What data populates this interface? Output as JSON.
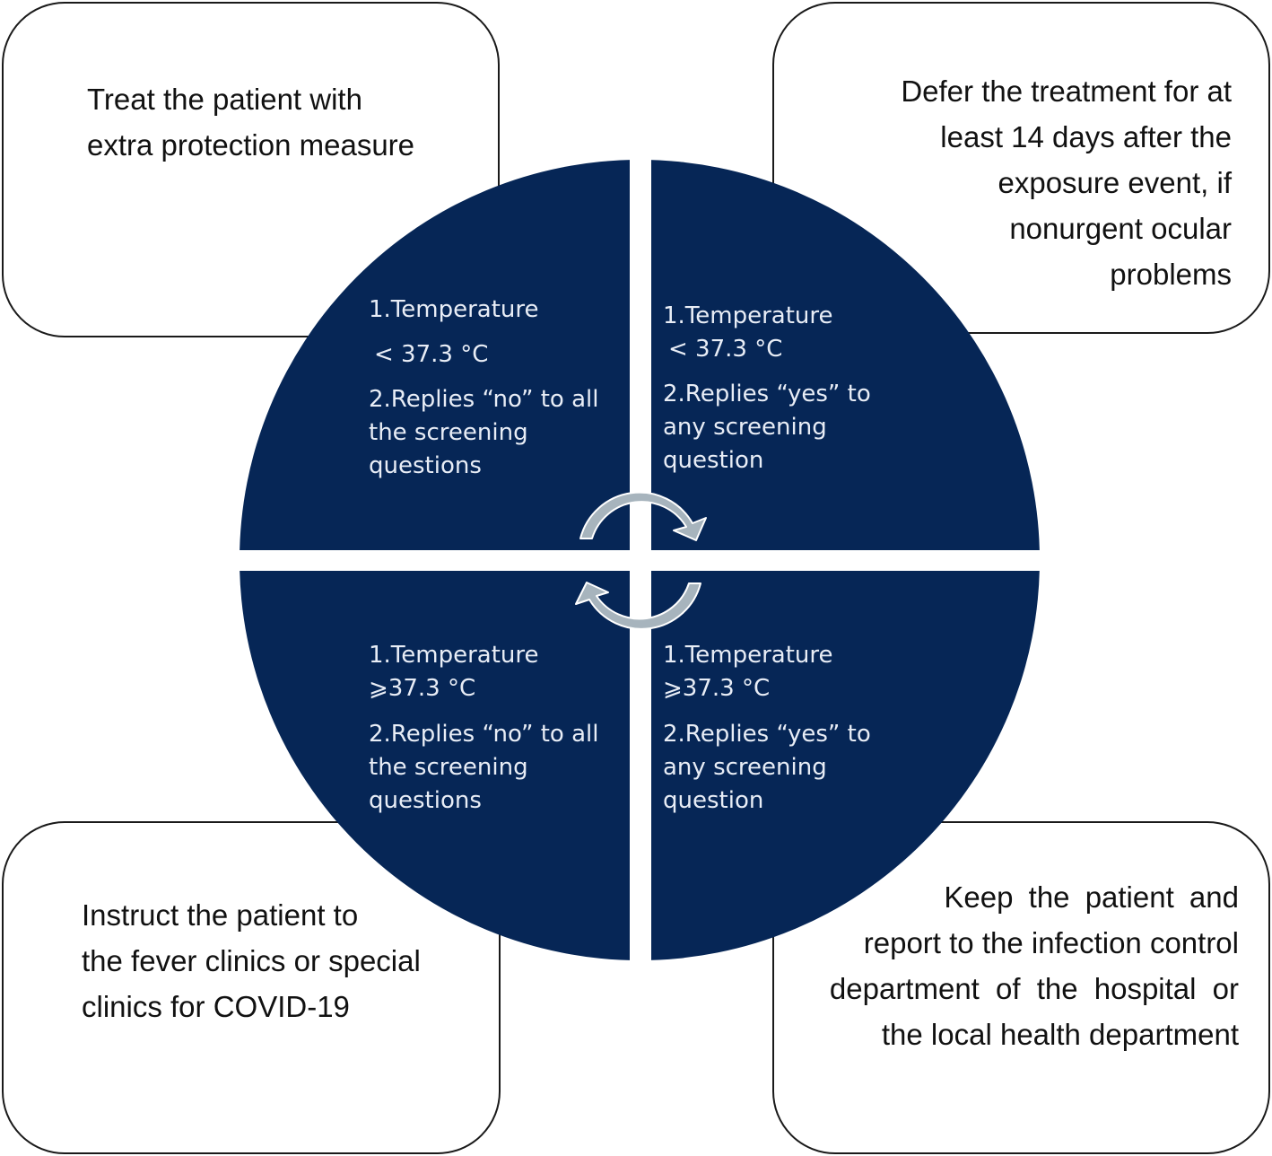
{
  "colors": {
    "circle_fill": "#062656",
    "arrow_fill": "#a7b4bd",
    "arrow_stroke": "#ffffff",
    "box_border": "#1a1a1a"
  },
  "boxes": {
    "top_left": {
      "lines": [
        "Treat the patient with",
        "extra protection measure"
      ]
    },
    "top_right": {
      "lines": [
        "Defer the treatment for at",
        "least 14 days after the",
        "exposure event, if",
        "nonurgent ocular",
        "problems"
      ]
    },
    "bottom_left": {
      "lines": [
        "Instruct the patient to",
        "the fever clinics or special",
        "clinics for COVID-19"
      ]
    },
    "bottom_right": {
      "lines": [
        "Keep the patient and",
        "report to the infection control",
        "department of the hospital or",
        "the local health department"
      ]
    }
  },
  "quadrants": {
    "top_left": {
      "temp_label": "1.Temperature",
      "temp_value": "< 37.3 °C",
      "reply_lines": [
        "2.Replies “no” to all",
        "the screening",
        "questions"
      ]
    },
    "top_right": {
      "temp_label": "1.Temperature",
      "temp_value": "< 37.3 °C",
      "reply_lines": [
        "2.Replies “yes” to",
        "any screening",
        "question"
      ]
    },
    "bottom_left": {
      "temp_label": "1.Temperature",
      "temp_value": "⩾37.3 °C",
      "reply_lines": [
        "2.Replies “no” to all",
        "the screening",
        "questions"
      ]
    },
    "bottom_right": {
      "temp_label": "1.Temperature",
      "temp_value": "⩾37.3 °C",
      "reply_lines": [
        "2.Replies “yes” to",
        "any screening",
        "question"
      ]
    }
  },
  "icons": {
    "top_arrow": "clockwise-arc-arrow-icon",
    "bottom_arrow": "counterclockwise-arc-arrow-icon"
  }
}
